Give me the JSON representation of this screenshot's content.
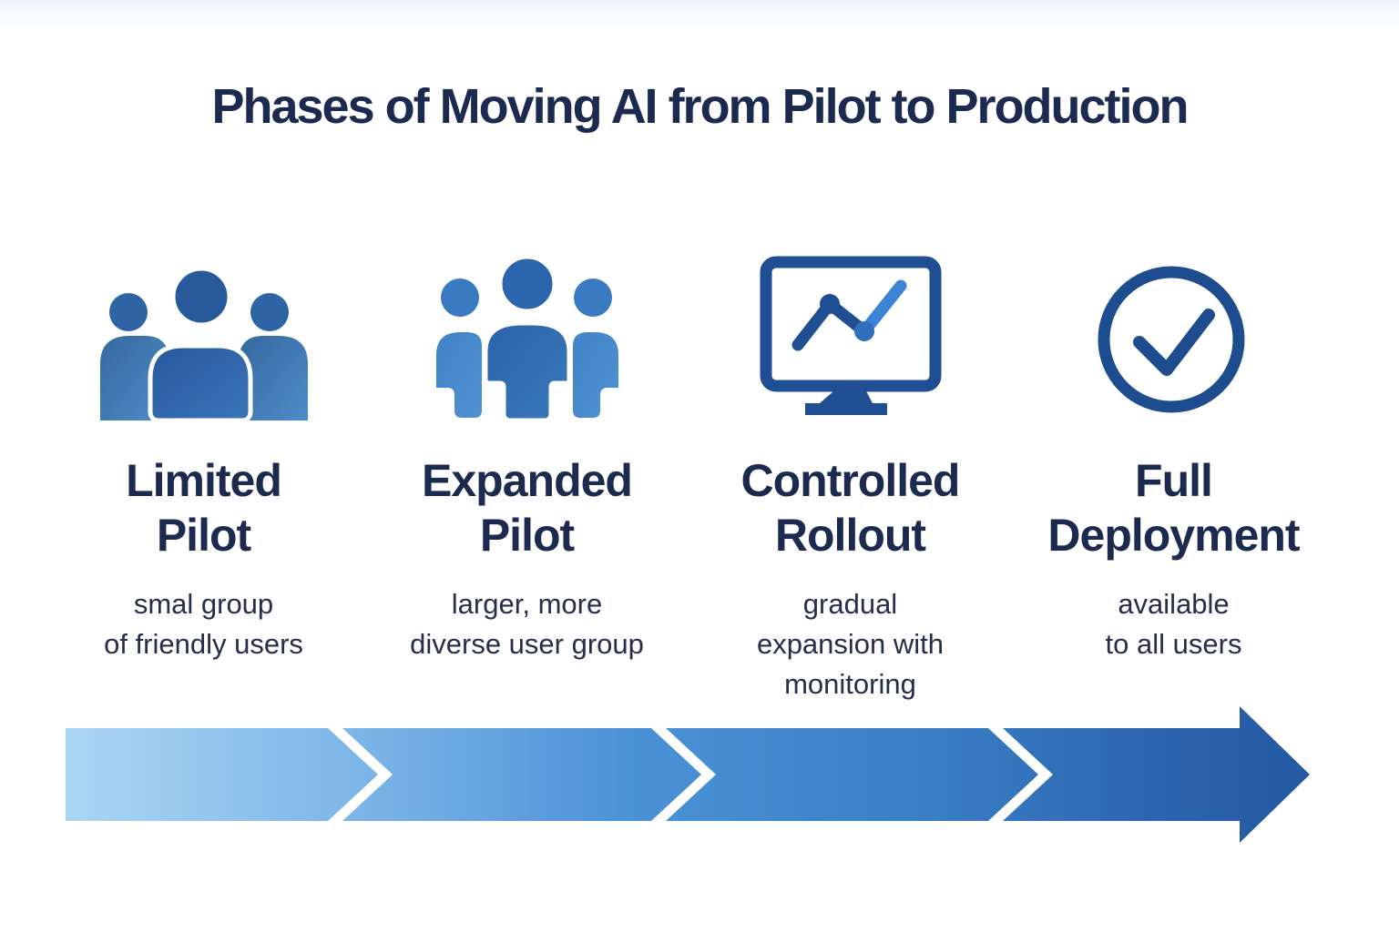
{
  "title": "Phases of Moving AI from Pilot to Production",
  "palette": {
    "title_text": "#1b2a4e",
    "heading_text": "#1b2a4e",
    "description_text": "#252e4a",
    "icon_dark_blue": "#1f4e92",
    "icon_mid_blue": "#2b64aa",
    "icon_light_blue": "#4789cc",
    "chart_line_light": "#3b84d6",
    "arrow_gradient_start": "#abd6f4",
    "arrow_gradient_mid": "#4b92d6",
    "arrow_gradient_end": "#255aa2"
  },
  "phases": [
    {
      "icon": "small-user-group-icon",
      "heading": "Limited Pilot",
      "heading_lines": [
        "Limited",
        "Pilot"
      ],
      "description": "smal group of friendly users",
      "desc_lines": [
        "smal group",
        "of friendly users"
      ]
    },
    {
      "icon": "expanded-user-group-icon",
      "heading": "Expanded Pilot",
      "heading_lines": [
        "Expanded",
        "Pilot"
      ],
      "description": "larger, more diverse user group",
      "desc_lines": [
        "larger, more",
        "diverse user group"
      ]
    },
    {
      "icon": "monitor-chart-icon",
      "heading": "Controlled Rollout",
      "heading_lines": [
        "Controlled",
        "Rollout"
      ],
      "description": "gradual expansion with monitoring",
      "desc_lines": [
        "gradual",
        "expansion with",
        "monitoring"
      ]
    },
    {
      "icon": "check-circle-icon",
      "heading": "Full Deployment",
      "heading_lines": [
        "Full",
        "Deployment"
      ],
      "description": "available to all users",
      "desc_lines": [
        "available",
        "to all users"
      ]
    }
  ],
  "arrow": {
    "type": "chevron-process-arrow",
    "direction": "right",
    "segments": 4
  }
}
